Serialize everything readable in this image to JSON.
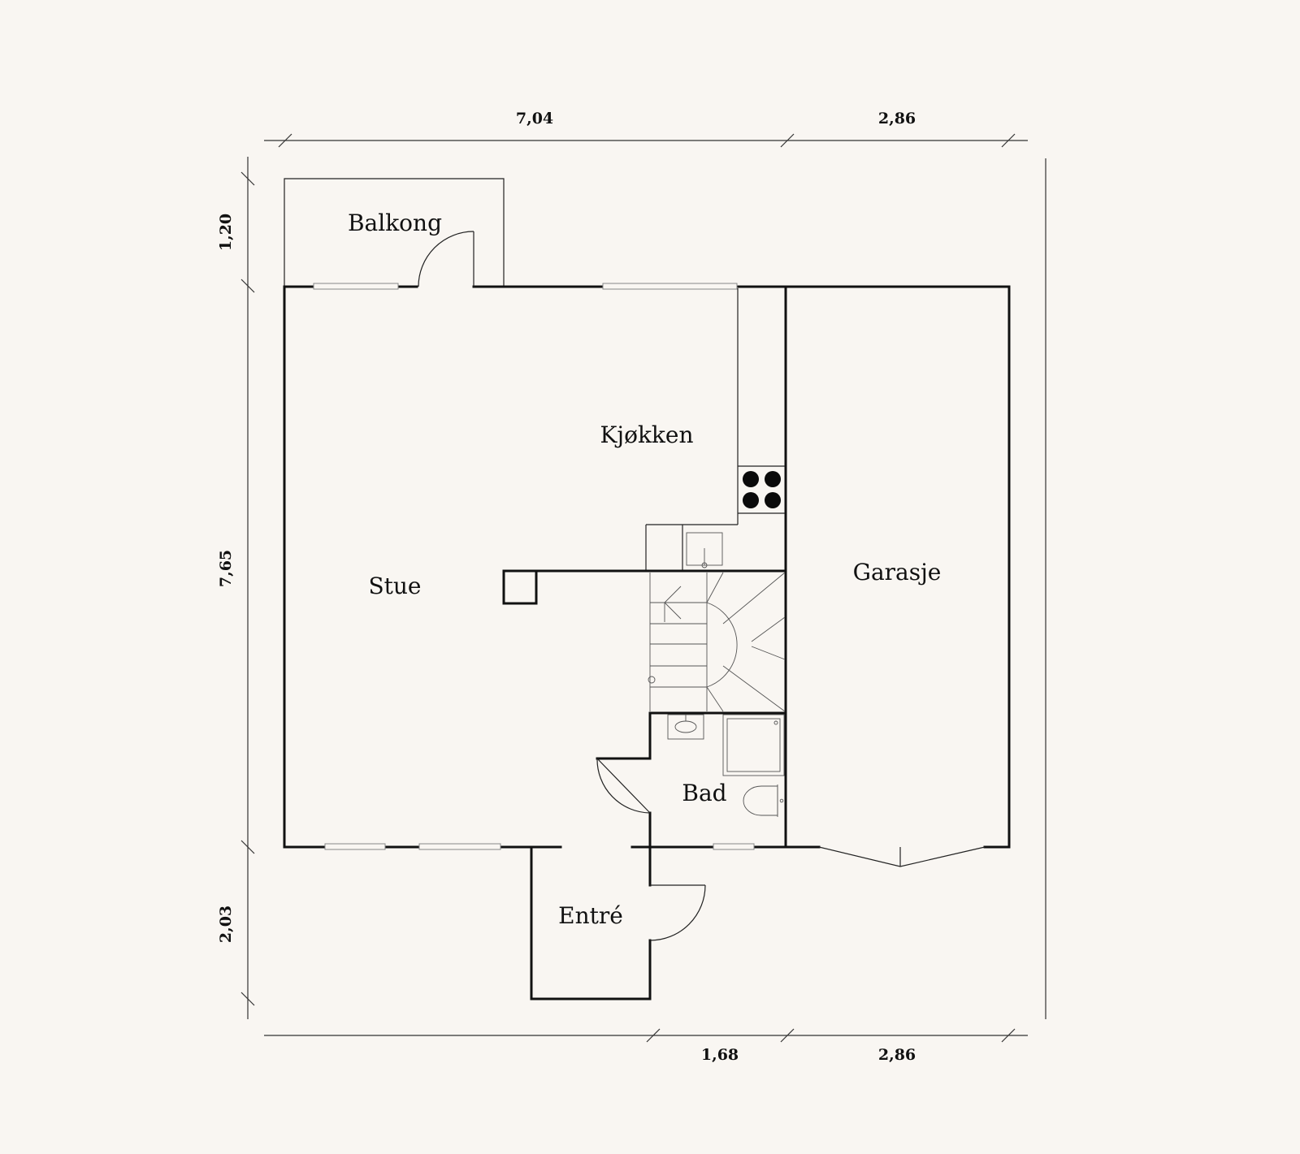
{
  "rooms": {
    "balkong": "Balkong",
    "kjokken": "Kjøkken",
    "stue": "Stue",
    "garasje": "Garasje",
    "bad": "Bad",
    "entre": "Entré"
  },
  "dimensions": {
    "top_left": "7,04",
    "top_right": "2,86",
    "left_top": "1,20",
    "left_middle": "7,65",
    "left_bottom": "2,03",
    "bottom_middle": "1,68",
    "bottom_right": "2,86"
  },
  "colors": {
    "background": "#f9f6f2",
    "wall": "#111111"
  },
  "icons": [
    "stove-icon",
    "sink-icon",
    "shower-icon",
    "toilet-icon",
    "stair-arrow-icon",
    "door-swing-icon"
  ]
}
